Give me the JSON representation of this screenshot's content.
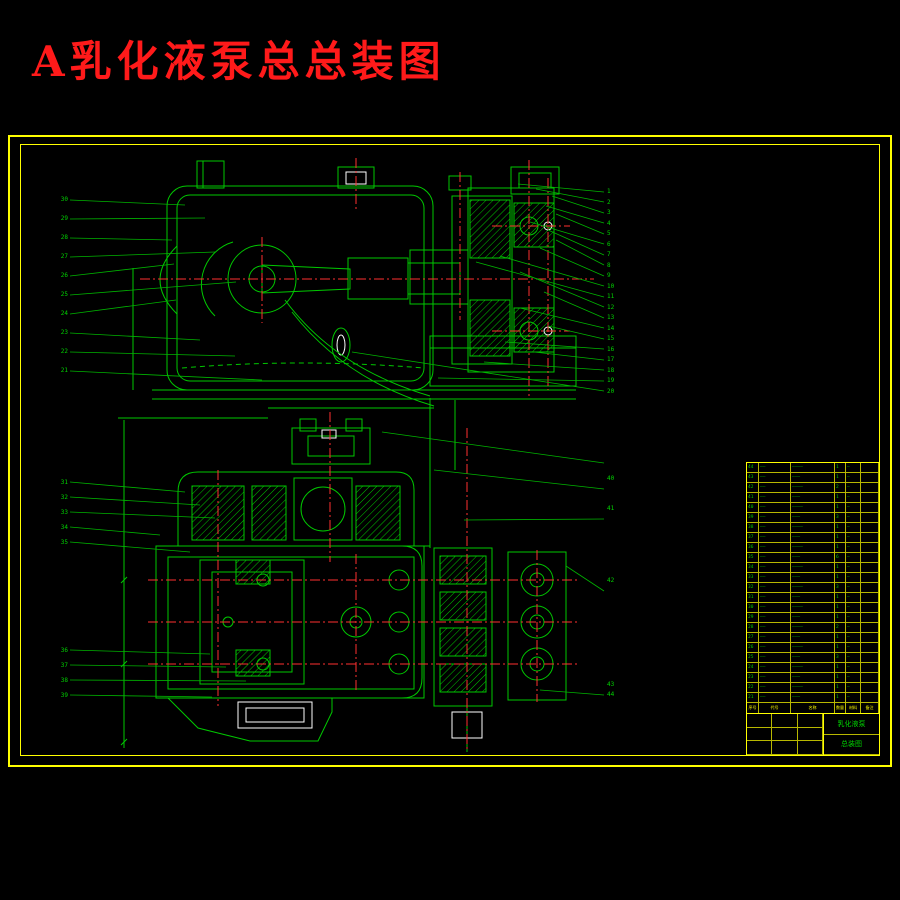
{
  "page": {
    "title": "A乳化液泵总总装图"
  },
  "colors": {
    "background": "#000000",
    "frame": "#ffff00",
    "linework": "#00c800",
    "centerline": "#ff3030",
    "title_red": "#ff1a1a",
    "white_parts": "#ffffff"
  },
  "callouts": {
    "top_left": [
      "30",
      "29",
      "28",
      "27",
      "26",
      "25",
      "24",
      "23",
      "22",
      "21"
    ],
    "top_right": [
      "1",
      "2",
      "3",
      "4",
      "5",
      "6",
      "7",
      "8",
      "9",
      "10",
      "11",
      "12",
      "13",
      "14",
      "15",
      "16",
      "17",
      "18",
      "19",
      "20"
    ],
    "bottom_left_upper": [
      "31",
      "32",
      "33",
      "34",
      "35"
    ],
    "bottom_left_lower": [
      "36",
      "37",
      "38",
      "39"
    ],
    "bottom_right": [
      "40",
      "41",
      "42",
      "43",
      "44"
    ]
  },
  "parts_table": {
    "header": [
      "序号",
      "代号",
      "名称",
      "数量",
      "材料",
      "备注"
    ],
    "rows": [
      [
        "44",
        "——",
        "————",
        "1",
        "—"
      ],
      [
        "43",
        "——",
        "———",
        "1",
        "—"
      ],
      [
        "42",
        "——",
        "————",
        "2",
        "—"
      ],
      [
        "41",
        "——",
        "———",
        "1",
        "—"
      ],
      [
        "40",
        "——",
        "————",
        "1",
        "—"
      ],
      [
        "39",
        "——",
        "———",
        "3",
        "—"
      ],
      [
        "38",
        "——",
        "————",
        "1",
        "—"
      ],
      [
        "37",
        "——",
        "———",
        "1",
        "—"
      ],
      [
        "36",
        "——",
        "————",
        "1",
        "—"
      ],
      [
        "35",
        "——",
        "———",
        "6",
        "—"
      ],
      [
        "34",
        "——",
        "————",
        "1",
        "—"
      ],
      [
        "33",
        "——",
        "———",
        "1",
        "—"
      ],
      [
        "32",
        "——",
        "————",
        "3",
        "—"
      ],
      [
        "31",
        "——",
        "———",
        "1",
        "—"
      ],
      [
        "30",
        "——",
        "————",
        "1",
        "—"
      ],
      [
        "29",
        "——",
        "———",
        "1",
        "—"
      ],
      [
        "28",
        "——",
        "————",
        "2",
        "—"
      ],
      [
        "27",
        "——",
        "———",
        "1",
        "—"
      ],
      [
        "26",
        "——",
        "————",
        "1",
        "—"
      ],
      [
        "25",
        "——",
        "———",
        "3",
        "—"
      ],
      [
        "24",
        "——",
        "————",
        "1",
        "—"
      ],
      [
        "23",
        "——",
        "———",
        "1",
        "—"
      ],
      [
        "22",
        "——",
        "————",
        "1",
        "—"
      ],
      [
        "21",
        "——",
        "———",
        "1",
        "—"
      ]
    ],
    "title_block": {
      "product": "乳化液泵",
      "drawing": "总装图"
    }
  }
}
